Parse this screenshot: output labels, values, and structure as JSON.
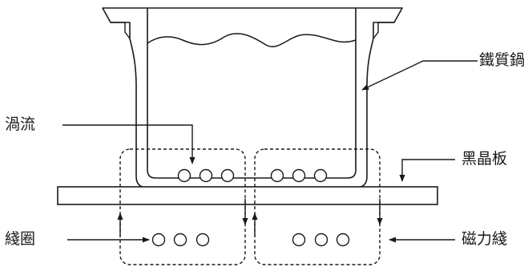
{
  "labels": {
    "iron_pot": "鐵質鍋",
    "eddy_current": "渦流",
    "ceramic_plate": "黑晶板",
    "coil": "綫圈",
    "magnetic_field": "磁力綫"
  },
  "colors": {
    "stroke": "#1a1a1a",
    "background": "#ffffff"
  }
}
